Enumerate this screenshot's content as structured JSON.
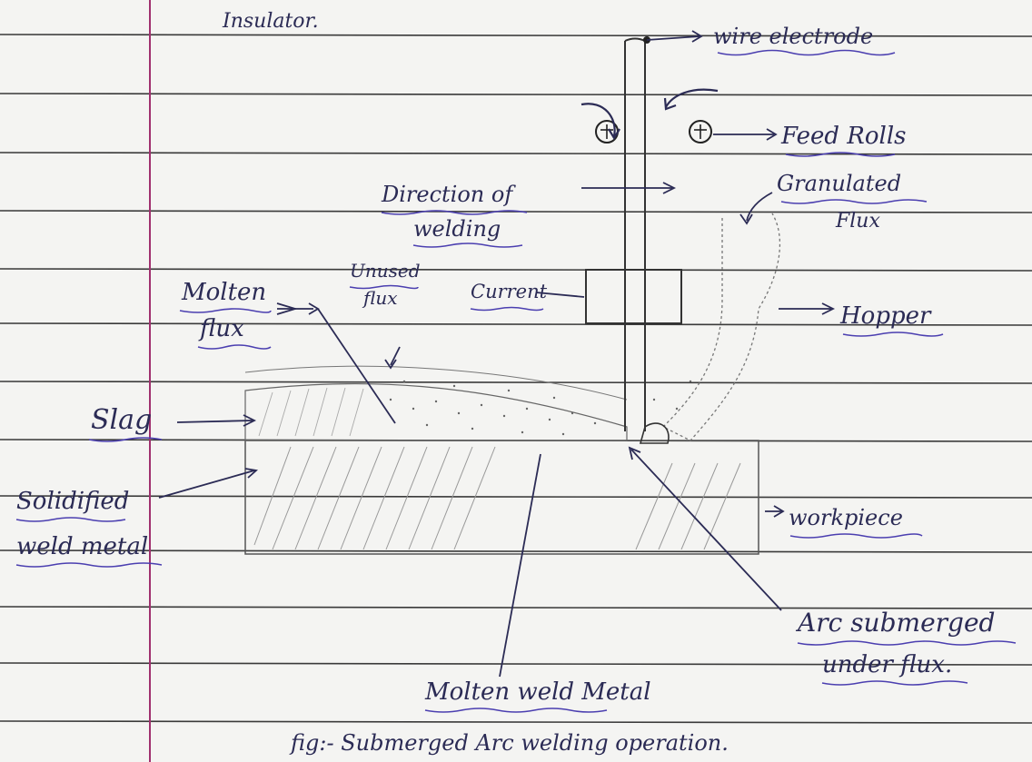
{
  "labels": {
    "insulator": "Insulator.",
    "wire_electrode": "wire electrode",
    "feed_rolls": "Feed Rolls",
    "granulated_flux_1": "Granulated",
    "granulated_flux_2": "Flux",
    "direction_1": "Direction of",
    "direction_2": "welding",
    "molten_flux_1": "Molten",
    "molten_flux_2": "flux",
    "unused_flux_1": "Unused",
    "unused_flux_2": "flux",
    "current": "Current",
    "hopper": "Hopper",
    "slag": "Slag",
    "solidified_1": "Solidified",
    "solidified_2": "weld metal",
    "workpiece": "workpiece",
    "arc_1": "Arc submerged",
    "arc_2": "under flux.",
    "molten_weld_metal": "Molten weld Metal",
    "caption": "fig:- Submerged Arc welding operation."
  },
  "colors": {
    "paper": "#f4f4f2",
    "ruled_line": "#3a3a3a",
    "margin_line": "#a0306e",
    "ink": "#2b2b55",
    "underline": "#4b3fb0"
  }
}
